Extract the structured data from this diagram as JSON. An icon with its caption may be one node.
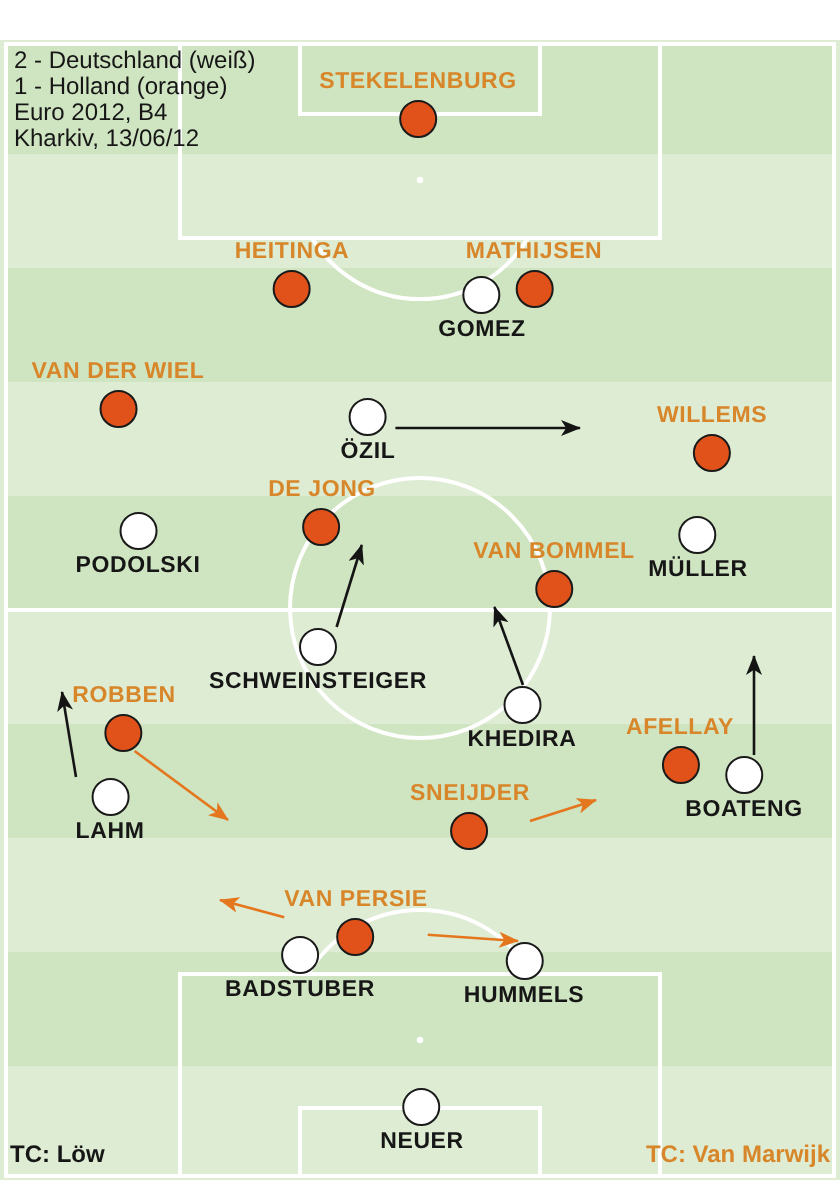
{
  "diagram": {
    "nodes": [
      {
        "text": [
          "STEKELENBURG"
        ]
      },
      {
        "text": [
          "HEITINGA"
        ]
      },
      {
        "text": [
          "GOMEZ"
        ]
      },
      {
        "text": [
          "MATHIJSEN"
        ]
      },
      {
        "text": [
          "VAN DER WIEL"
        ]
      },
      {
        "text": [
          "ÖZIL"
        ]
      },
      {
        "text": [
          "WILLEMS"
        ]
      },
      {
        "text": [
          "PODOLSKI"
        ]
      },
      {
        "text": [
          "DE JONG"
        ]
      },
      {
        "text": [
          "VAN BOMMEL"
        ]
      },
      {
        "text": [
          "MÜLLER"
        ]
      },
      {
        "text": [
          "SCHWEINSTEIGER"
        ]
      },
      {
        "text": [
          "KHEDIRA"
        ]
      },
      {
        "text": [
          "ROBBEN"
        ]
      },
      {
        "text": [
          "LAHM"
        ]
      },
      {
        "text": [
          "SNEIJDER"
        ]
      },
      {
        "text": [
          "AFELLAY"
        ]
      },
      {
        "text": [
          "BOATENG"
        ]
      },
      {
        "text": [
          "VAN PERSIE"
        ]
      },
      {
        "text": [
          "BADSTUBER"
        ]
      },
      {
        "text": [
          "HUMMELS"
        ]
      },
      {
        "text": [
          "NEUER"
        ]
      }
    ],
    "edges": [
      {
        "from": 5,
        "to": null,
        "arrow": "to"
      },
      {
        "from": 11,
        "to": 8,
        "arrow": "to"
      },
      {
        "from": 12,
        "to": 9,
        "arrow": "to"
      },
      {
        "from": 13,
        "to": null,
        "arrow": "to",
        "color": "#e4761e"
      },
      {
        "from": 14,
        "to": 13,
        "arrow": "to"
      },
      {
        "from": 15,
        "to": null,
        "arrow": "to",
        "color": "#e4761e"
      },
      {
        "from": 17,
        "to": null,
        "arrow": "to"
      },
      {
        "from": 18,
        "to": null,
        "arrow": "to",
        "color": "#e4761e"
      },
      {
        "from": 18,
        "to": 20,
        "arrow": "to",
        "color": "#e4761e"
      }
    ],
    "labels": [
      "2 - Deutschland (weiß)",
      "1 - Holland (orange)",
      "Euro 2012, B4",
      "Kharkiv, 13/06/12",
      "TC: Löw",
      "TC: Van Marwijk"
    ]
  }
}
